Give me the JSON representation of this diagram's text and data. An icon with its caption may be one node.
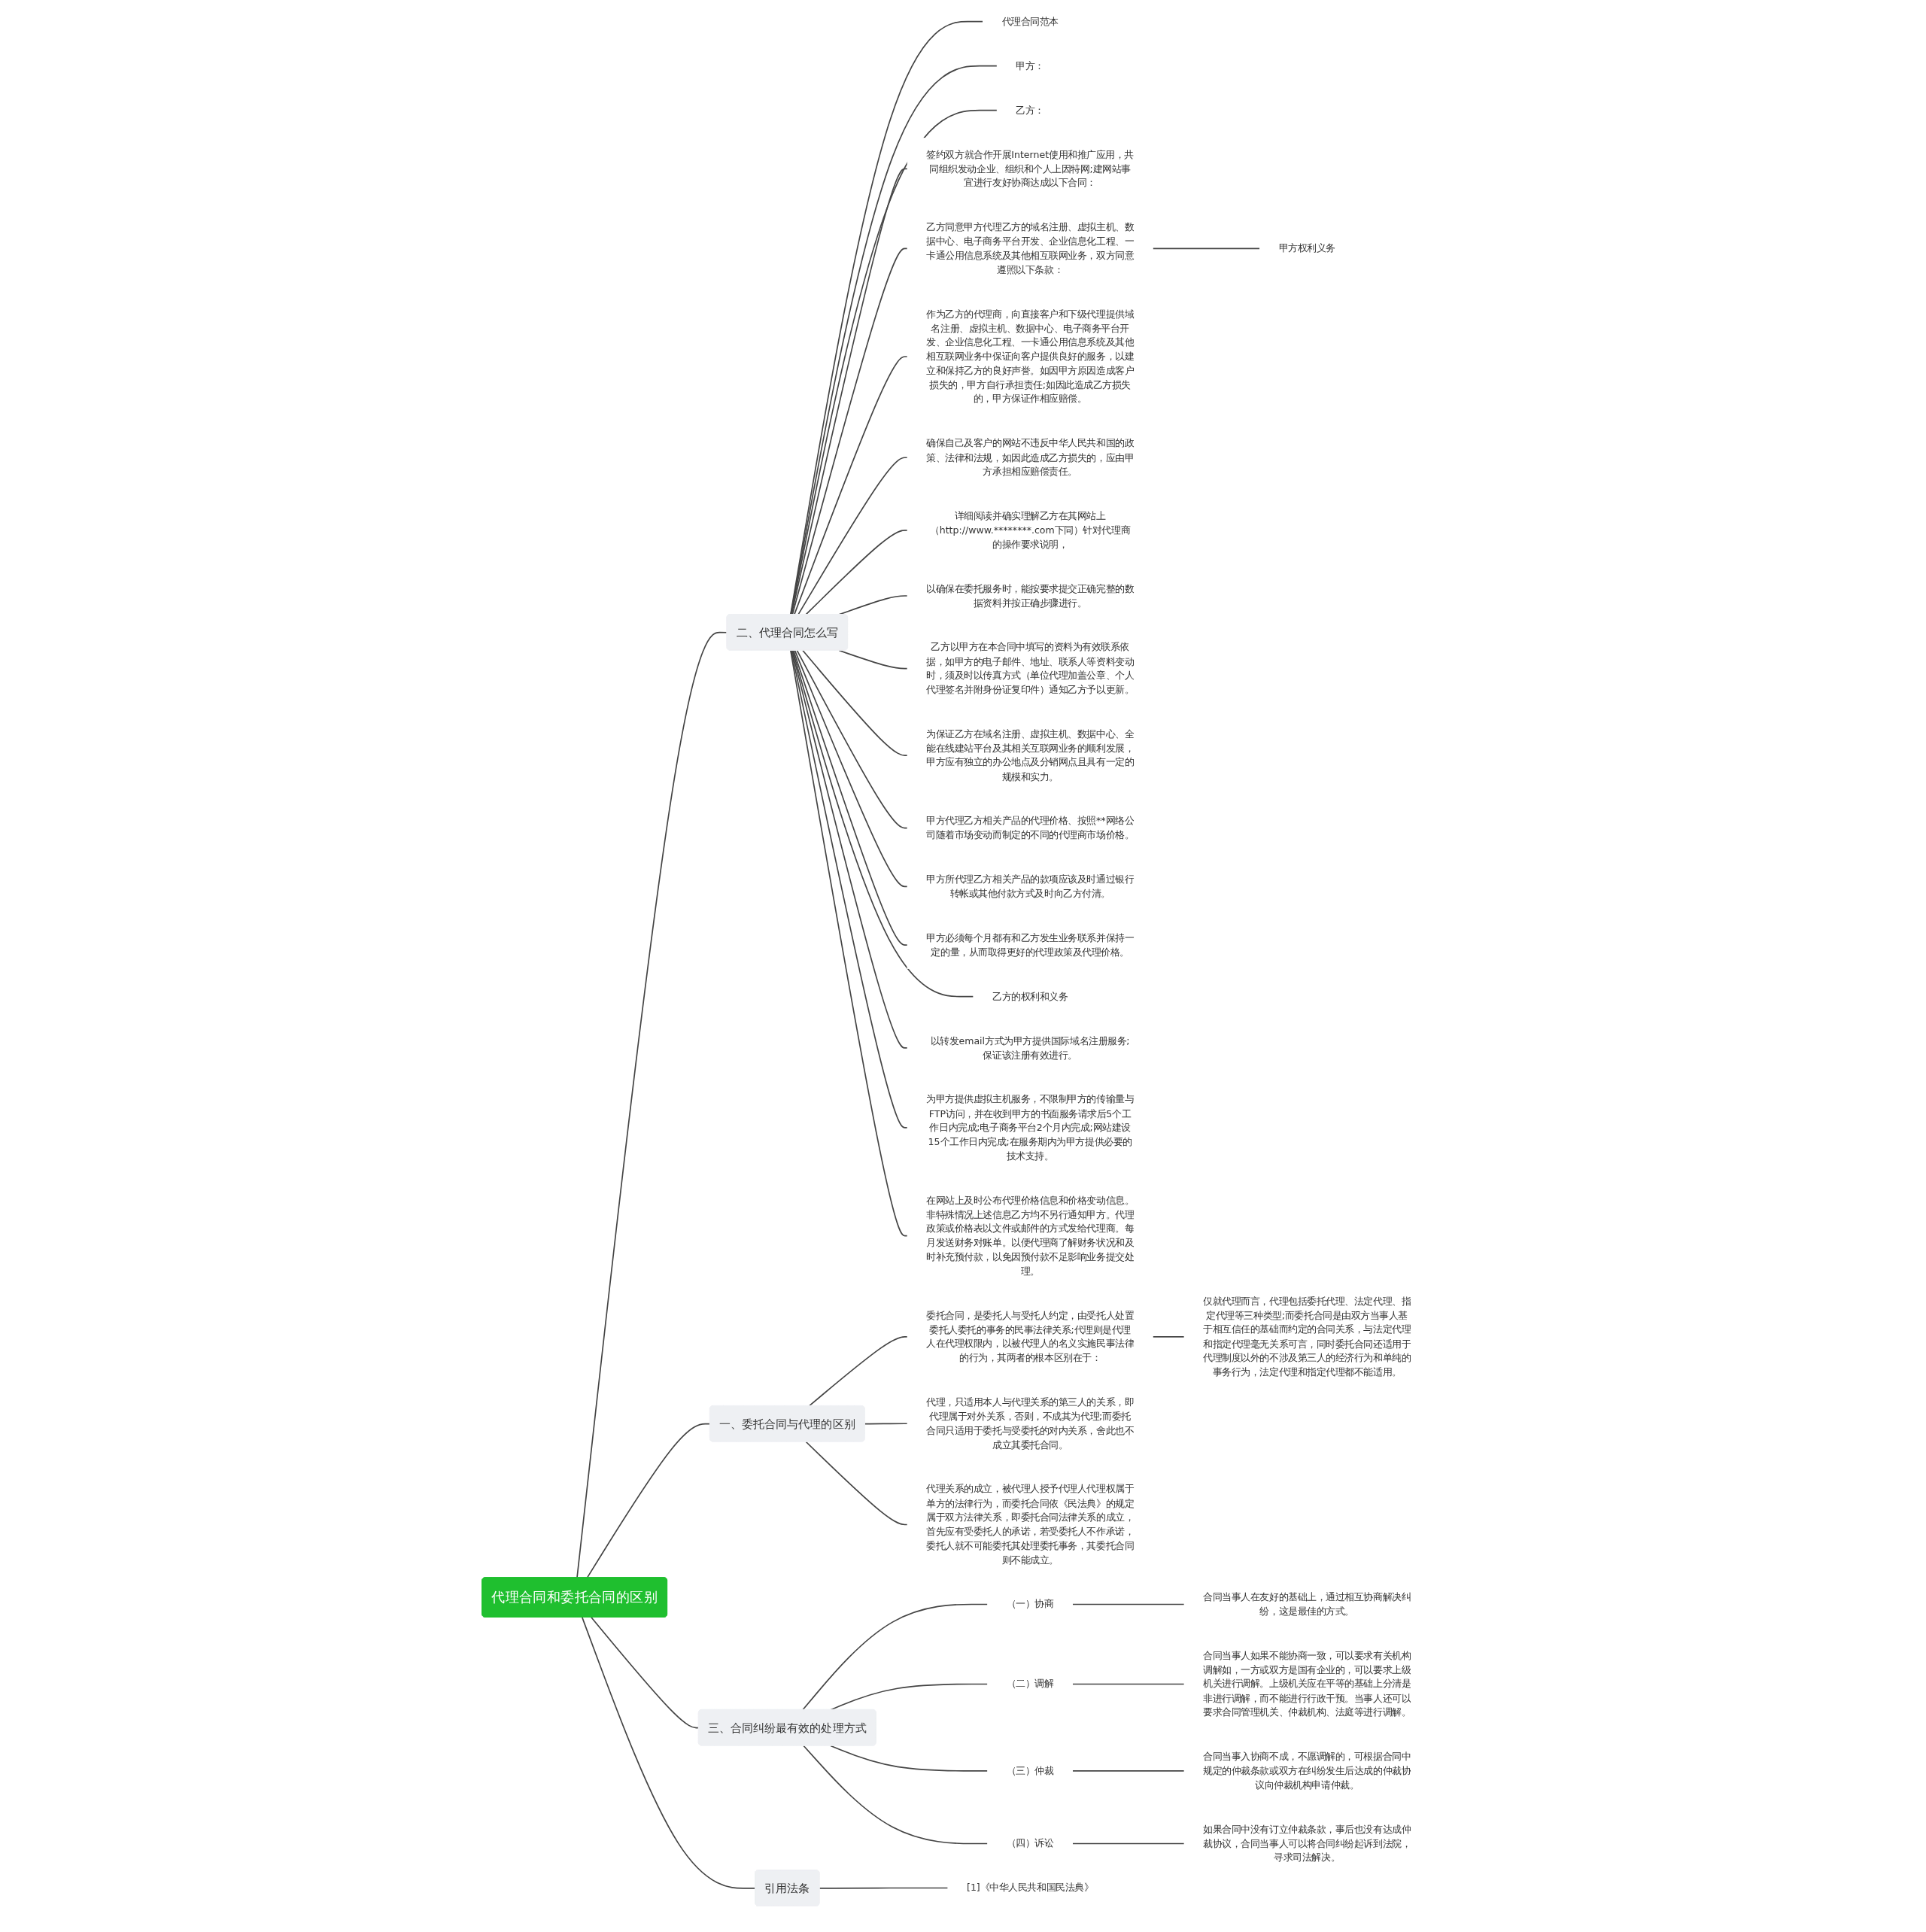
{
  "diagram": {
    "nodes": [
      {
        "text": [
          "代理合同和委托合同的区别"
        ]
      },
      {
        "text": [
          "二、代理合同怎么写"
        ]
      },
      {
        "text": [
          "代理合同范本"
        ]
      },
      {
        "text": [
          "甲方："
        ]
      },
      {
        "text": [
          "乙方："
        ]
      },
      {
        "text": [
          "签约双方就合作开展Internet使用和推广应用，共同组织发动企业、组织和个人上因特网;建网站事宜进行友好协商达成以下合同："
        ]
      },
      {
        "text": [
          "乙方同意甲方代理乙方的域名注册、虚拟主机、数据中心、电子商务平台开发、企业信息化工程、一卡通公用信息系统及其他相互联网业务，双方同意遵照以下条款："
        ]
      },
      {
        "text": [
          "甲方权利义务"
        ]
      },
      {
        "text": [
          "作为乙方的代理商，向直接客户和下级代理提供域名注册、虚拟主机、数据中心、电子商务平台开发、企业信息化工程、一卡通公用信息系统及其他相互联网业务中保证向客户提供良好的服务，以建立和保持乙方的良好声誉。如因甲方原因造成客户损失的，甲方自行承担责任;如因此造成乙方损失的，甲方保证作相应赔偿。"
        ]
      },
      {
        "text": [
          "确保自己及客户的网站不违反中华人民共和国的政策、法律和法规，如因此造成乙方损失的，应由甲方承担相应赔偿责任。"
        ]
      },
      {
        "text": [
          "详细阅读并确实理解乙方在其网站上（http://www.********.com下同）针对代理商的操作要求说明，"
        ]
      },
      {
        "text": [
          "以确保在委托服务时，能按要求提交正确完整的数据资料并按正确步骤进行。"
        ]
      },
      {
        "text": [
          "乙方以甲方在本合同中填写的资料为有效联系依据，如甲方的电子邮件、地址、联系人等资料变动时，须及时以传真方式（单位代理加盖公章、个人代理签名并附身份证复印件）通知乙方予以更新。"
        ]
      },
      {
        "text": [
          "为保证乙方在域名注册、虚拟主机、数据中心、全能在线建站平台及其相关互联网业务的顺利发展，甲方应有独立的办公地点及分销网点且具有一定的规模和实力。"
        ]
      },
      {
        "text": [
          "甲方代理乙方相关产品的代理价格、按照**网络公司随着市场变动而制定的不同的代理商市场价格。"
        ]
      },
      {
        "text": [
          "甲方所代理乙方相关产品的款项应该及时通过银行转帐或其他付款方式及时向乙方付清。"
        ]
      },
      {
        "text": [
          "甲方必须每个月都有和乙方发生业务联系并保持一定的量，从而取得更好的代理政策及代理价格。"
        ]
      },
      {
        "text": [
          "乙方的权利和义务"
        ]
      },
      {
        "text": [
          "以转发email方式为甲方提供国际域名注册服务;保证该注册有效进行。"
        ]
      },
      {
        "text": [
          "为甲方提供虚拟主机服务，不限制甲方的传输量与FTP访问，并在收到甲方的书面服务请求后5个工作日内完成;电子商务平台2个月内完成;网站建设15个工作日内完成;在服务期内为甲方提供必要的技术支持。"
        ]
      },
      {
        "text": [
          "在网站上及时公布代理价格信息和价格变动信息。非特殊情况上述信息乙方均不另行通知甲方。代理政策或价格表以文件或邮件的方式发给代理商。每月发送财务对账单。以便代理商了解财务状况和及时补充预付款，以免因预付款不足影响业务提交处理。"
        ]
      },
      {
        "text": [
          "一、委托合同与代理的区别"
        ]
      },
      {
        "text": [
          "委托合同，是委托人与受托人约定，由受托人处置委托人委托的事务的民事法律关系;代理则是代理人在代理权限内，以被代理人的名义实施民事法律的行为，其两者的根本区别在于："
        ]
      },
      {
        "text": [
          "仅就代理而言，代理包括委托代理、法定代理、指定代理等三种类型;而委托合同是由双方当事人基于相互信任的基础而约定的合同关系，与法定代理和指定代理毫无关系可言，同时委托合同还适用于代理制度以外的不涉及第三人的经济行为和单纯的事务行为，法定代理和指定代理都不能适用。"
        ]
      },
      {
        "text": [
          "代理，只适用本人与代理关系的第三人的关系，即代理属于对外关系，否则，不成其为代理;而委托合同只适用于委托与受委托的对内关系，舍此也不成立其委托合同。"
        ]
      },
      {
        "text": [
          "代理关系的成立，被代理人授予代理人代理权属于单方的法律行为，而委托合同依《民法典》的规定属于双方法律关系，即委托合同法律关系的成立，首先应有受委托人的承诺，若受委托人不作承诺，委托人就不可能委托其处理委托事务，其委托合同则不能成立。"
        ]
      },
      {
        "text": [
          "三、合同纠纷最有效的处理方式"
        ]
      },
      {
        "text": [
          "（一）协商"
        ]
      },
      {
        "text": [
          "合同当事人在友好的基础上，通过相互协商解决纠纷，这是最佳的方式。"
        ]
      },
      {
        "text": [
          "（二）调解"
        ]
      },
      {
        "text": [
          "合同当事人如果不能协商一致，可以要求有关机构调解如，一方或双方是国有企业的，可以要求上级机关进行调解。上级机关应在平等的基础上分清是非进行调解，而不能进行行政干预。当事人还可以要求合同管理机关、仲裁机构、法庭等进行调解。"
        ]
      },
      {
        "text": [
          "（三）仲裁"
        ]
      },
      {
        "text": [
          "合同当事入协商不成，不愿调解的，可根据合同中规定的仲裁条款或双方在纠纷发生后达成的仲裁协议向仲裁机构申请仲裁。"
        ]
      },
      {
        "text": [
          "（四）诉讼"
        ]
      },
      {
        "text": [
          "如果合同中没有订立仲裁条款，事后也没有达成仲裁协议，合同当事人可以将合同纠纷起诉到法院，寻求司法解决。"
        ]
      },
      {
        "text": [
          "引用法条"
        ]
      },
      {
        "text": [
          "[1]《中华人民共和国民法典》"
        ]
      }
    ],
    "edges": [
      {
        "from": 0,
        "to": 1,
        "arrow": "none"
      },
      {
        "from": 1,
        "to": 2,
        "arrow": "none"
      },
      {
        "from": 1,
        "to": 3,
        "arrow": "none"
      },
      {
        "from": 1,
        "to": 4,
        "arrow": "none"
      },
      {
        "from": 1,
        "to": 5,
        "arrow": "none"
      },
      {
        "from": 1,
        "to": 6,
        "arrow": "none"
      },
      {
        "from": 6,
        "to": 7,
        "arrow": "none"
      },
      {
        "from": 1,
        "to": 8,
        "arrow": "none"
      },
      {
        "from": 1,
        "to": 9,
        "arrow": "none"
      },
      {
        "from": 1,
        "to": 10,
        "arrow": "none"
      },
      {
        "from": 1,
        "to": 11,
        "arrow": "none"
      },
      {
        "from": 1,
        "to": 12,
        "arrow": "none"
      },
      {
        "from": 1,
        "to": 13,
        "arrow": "none"
      },
      {
        "from": 1,
        "to": 14,
        "arrow": "none"
      },
      {
        "from": 1,
        "to": 15,
        "arrow": "none"
      },
      {
        "from": 1,
        "to": 16,
        "arrow": "none"
      },
      {
        "from": 1,
        "to": 17,
        "arrow": "none"
      },
      {
        "from": 1,
        "to": 18,
        "arrow": "none"
      },
      {
        "from": 1,
        "to": 19,
        "arrow": "none"
      },
      {
        "from": 1,
        "to": 20,
        "arrow": "none"
      },
      {
        "from": 0,
        "to": 21,
        "arrow": "none"
      },
      {
        "from": 21,
        "to": 22,
        "arrow": "none"
      },
      {
        "from": 22,
        "to": 23,
        "arrow": "none"
      },
      {
        "from": 21,
        "to": 24,
        "arrow": "none"
      },
      {
        "from": 21,
        "to": 25,
        "arrow": "none"
      },
      {
        "from": 0,
        "to": 26,
        "arrow": "none"
      },
      {
        "from": 26,
        "to": 27,
        "arrow": "none"
      },
      {
        "from": 27,
        "to": 28,
        "arrow": "none"
      },
      {
        "from": 26,
        "to": 29,
        "arrow": "none"
      },
      {
        "from": 29,
        "to": 30,
        "arrow": "none"
      },
      {
        "from": 26,
        "to": 31,
        "arrow": "none"
      },
      {
        "from": 31,
        "to": 32,
        "arrow": "none"
      },
      {
        "from": 26,
        "to": 33,
        "arrow": "none"
      },
      {
        "from": 33,
        "to": 34,
        "arrow": "none"
      },
      {
        "from": 0,
        "to": 35,
        "arrow": "none"
      },
      {
        "from": 35,
        "to": 36,
        "arrow": "none"
      }
    ]
  }
}
